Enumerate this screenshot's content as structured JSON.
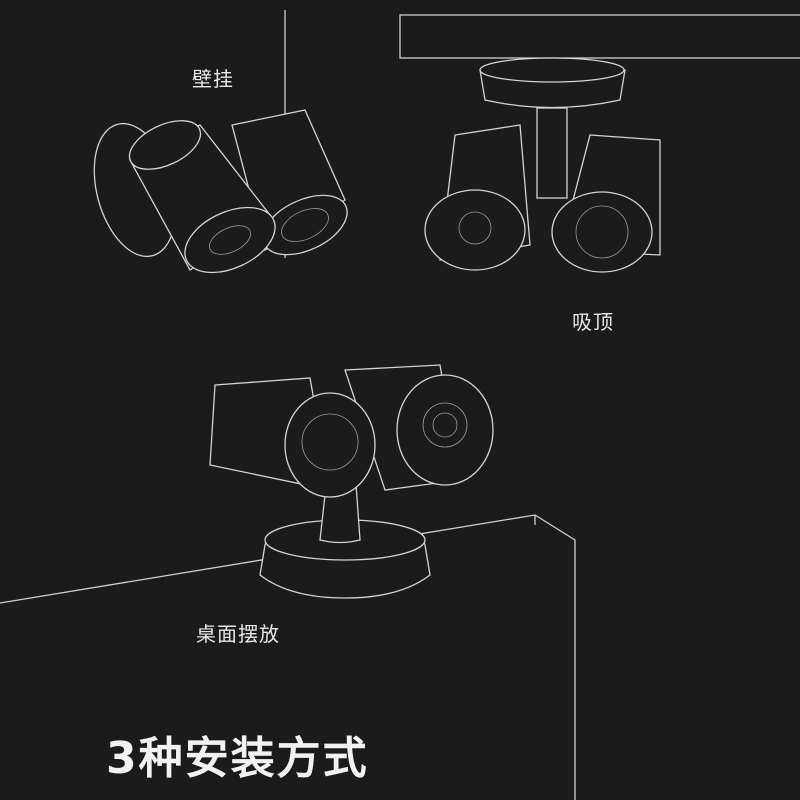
{
  "labels": {
    "wall_mount": "壁挂",
    "ceiling_mount": "吸顶",
    "desktop": "桌面摆放"
  },
  "title": "3种安装方式",
  "colors": {
    "background": "#1b1b1b",
    "line": "#cfcfcf",
    "text": "#f2f2f2"
  }
}
